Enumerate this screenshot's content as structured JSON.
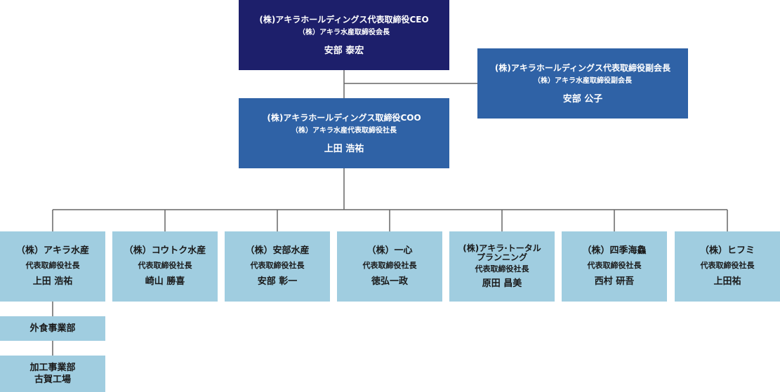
{
  "ceo": {
    "company": "(株)アキラホールディングス代表取締役CEO",
    "role": "（株）アキラ水産取締役会長",
    "person": "安部 泰宏"
  },
  "vice_chair": {
    "company": "(株)アキラホールディングス代表取締役副会長",
    "role": "（株）アキラ水産取締役副会長",
    "person": "安部 公子"
  },
  "coo": {
    "company": "(株)アキラホールディングス取締役COO",
    "role": "（株）アキラ水産代表取締役社長",
    "person": "上田 浩祐"
  },
  "units": [
    {
      "company": "（株）アキラ水産",
      "role": "代表取締役社長",
      "person": "上田 浩祐"
    },
    {
      "company": "（株）コウトク水産",
      "role": "代表取締役社長",
      "person": "崎山 勝喜"
    },
    {
      "company": "（株）安部水産",
      "role": "代表取締役社長",
      "person": "安部 彰一"
    },
    {
      "company": "（株）一心",
      "role": "代表取締役社長",
      "person": "徳弘一政"
    },
    {
      "company_line1": "(株)アキラ·トータル",
      "company_line2": "プランニング",
      "role": "代表取締役社長",
      "person": "原田 昌美"
    },
    {
      "company": "（株）四季海鱻",
      "role": "代表取締役社長",
      "person": "西村 研吾"
    },
    {
      "company": "（株）ヒフミ",
      "role": "代表取締役社長",
      "person": "上田祐"
    }
  ],
  "departments": [
    {
      "label": "外食事業部"
    },
    {
      "line1": "加工事業部",
      "line2": "古賀工場"
    }
  ],
  "colors": {
    "navy": "#1d1f6b",
    "blue": "#2f62a6",
    "light_blue": "#a0cde0",
    "line": "#666666"
  }
}
